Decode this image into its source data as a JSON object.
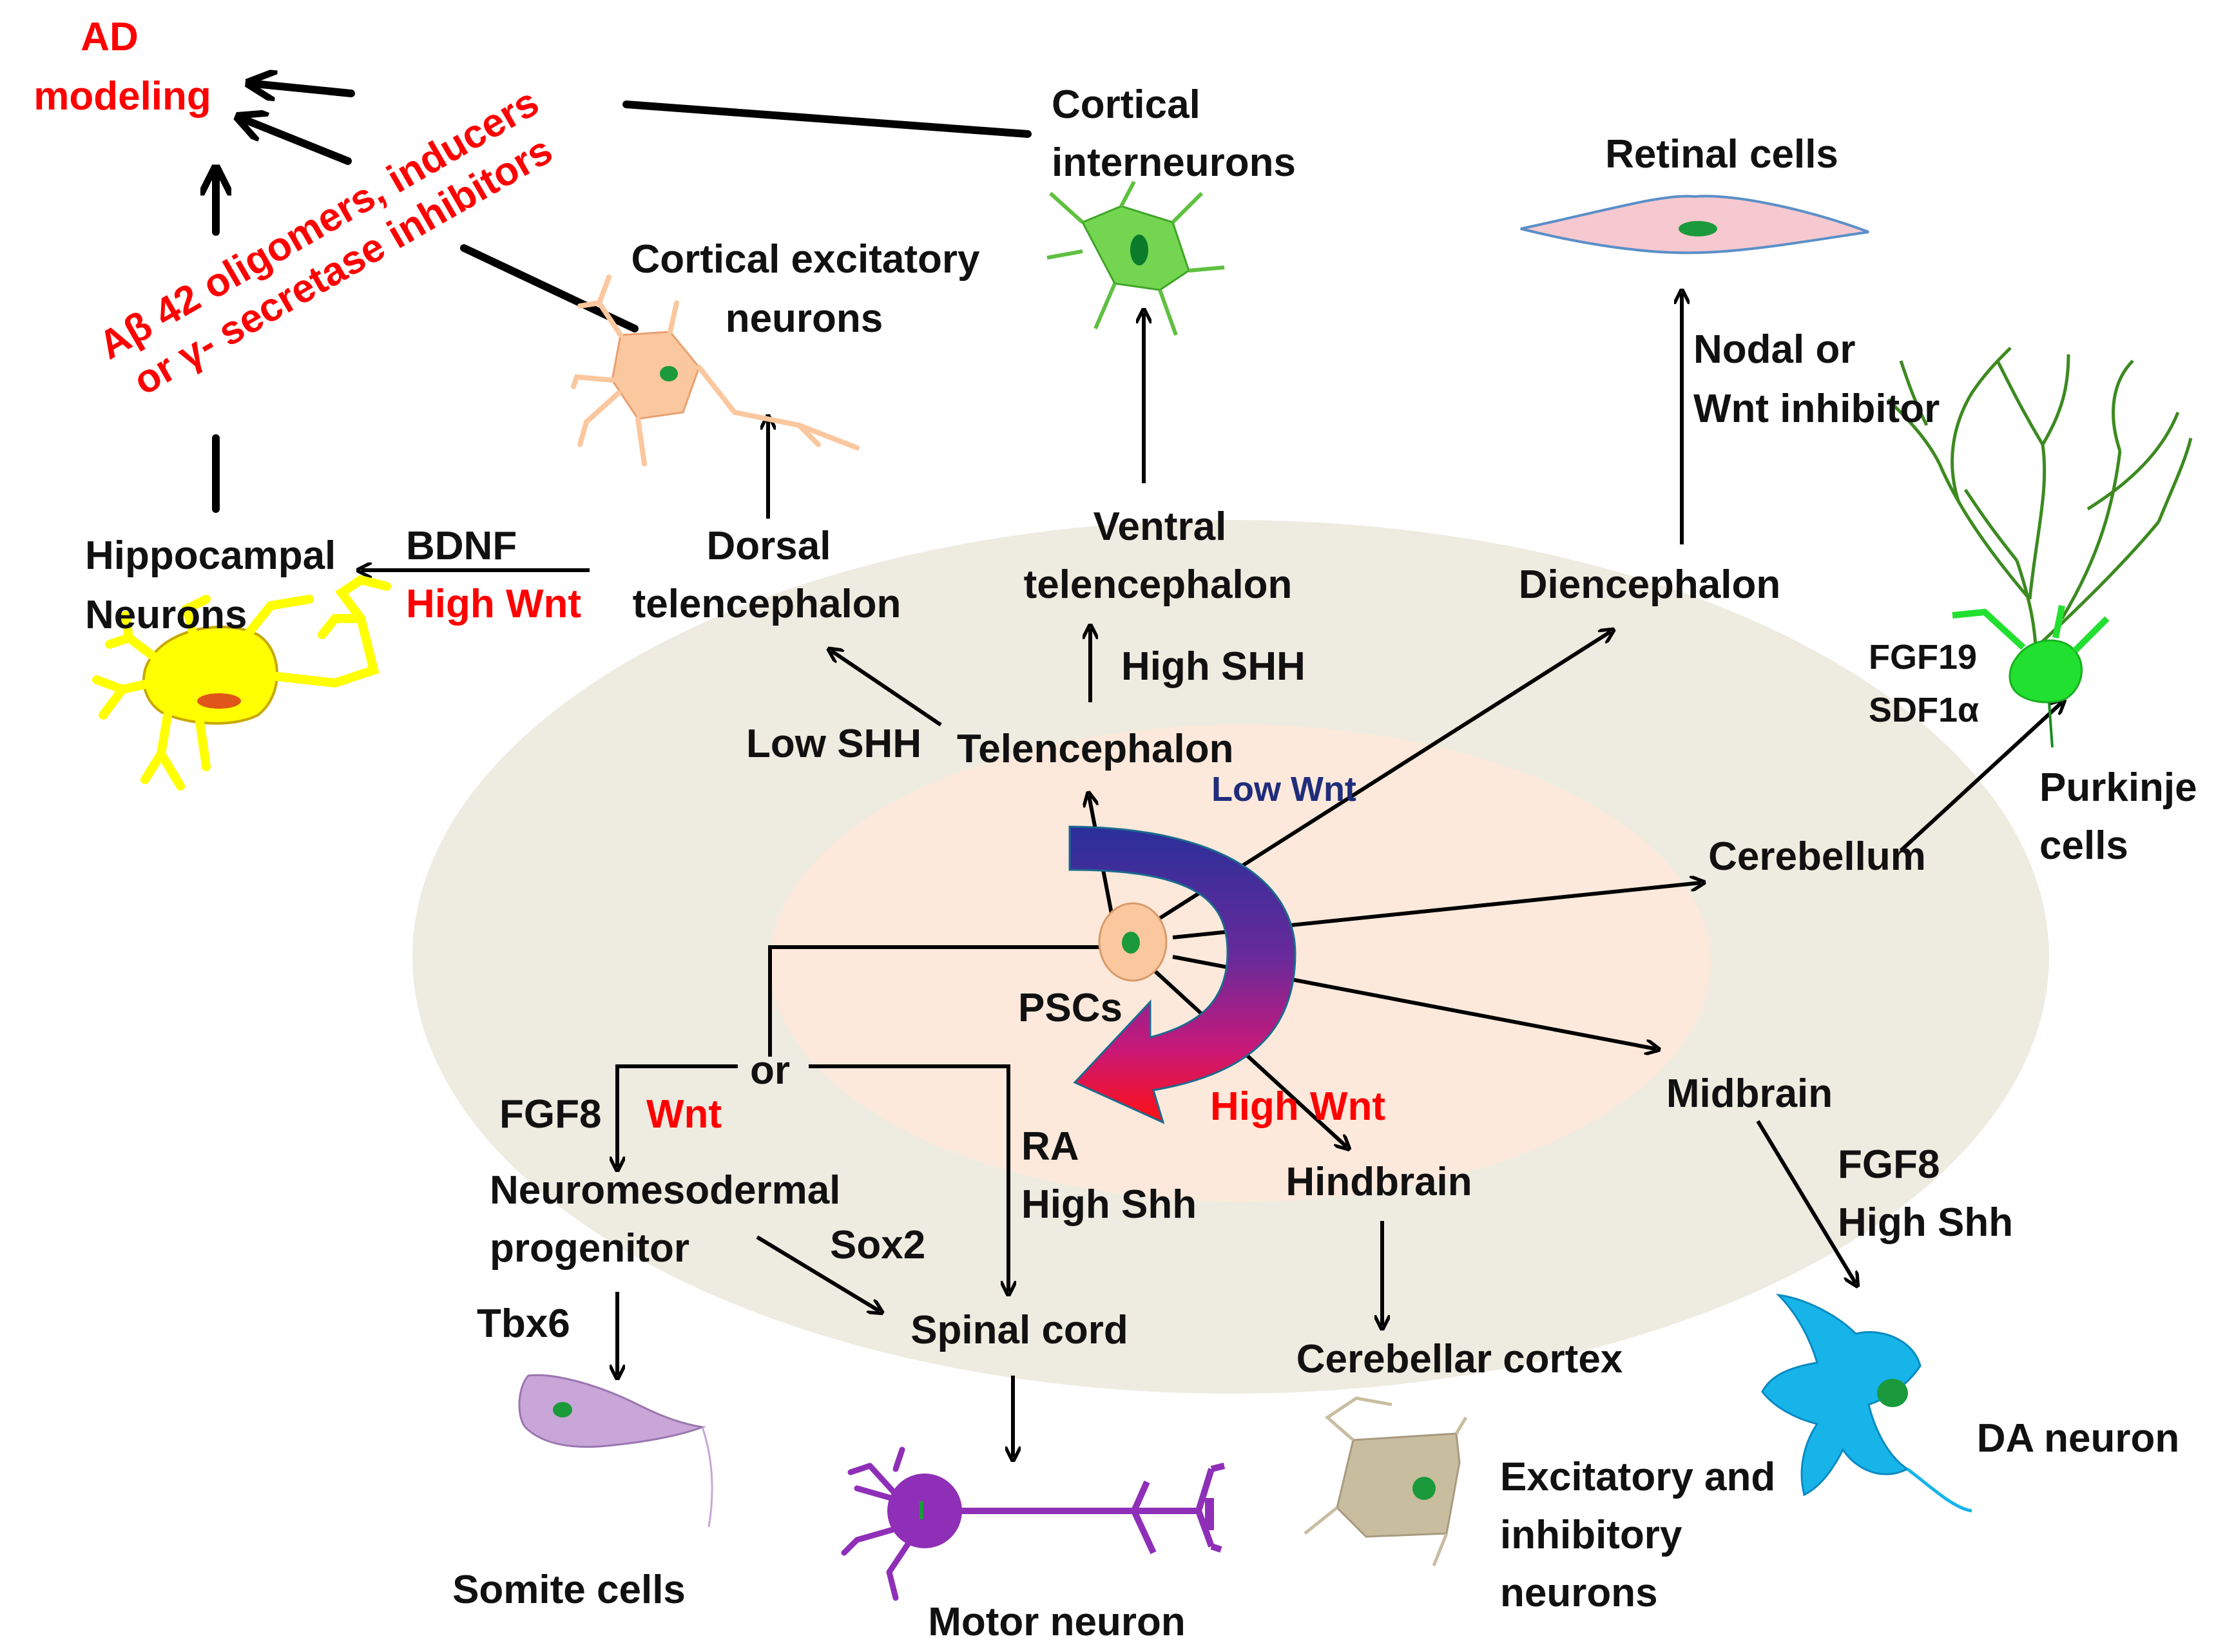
{
  "labels": {
    "ad_modeling": [
      "AD",
      "modeling"
    ],
    "abeta": [
      "Aβ 42 oligomers, inducers",
      "or  γ- secretase inhibitors"
    ],
    "cortical_interneurons": [
      "Cortical",
      "interneurons"
    ],
    "retinal_cells": "Retinal cells",
    "cortical_excitatory": [
      "Cortical excitatory",
      "neurons"
    ],
    "nodal": [
      "Nodal or",
      "Wnt inhibitor"
    ],
    "hippocampal": [
      "Hippocampal",
      "Neurons"
    ],
    "bdnf": "BDNF",
    "high_wnt_hippo": "High Wnt",
    "dorsal": [
      "Dorsal",
      "telencephalon"
    ],
    "ventral": [
      "Ventral",
      "telencephalon"
    ],
    "diencephalon": "Diencephalon",
    "high_shh_upper": "High SHH",
    "fgf19": [
      "FGF19",
      "SDF1α"
    ],
    "low_shh": "Low SHH",
    "telencephalon": "Telencephalon",
    "low_wnt": "Low Wnt",
    "purkinje": [
      "Purkinje",
      "cells"
    ],
    "cerebellum": "Cerebellum",
    "pscs": "PSCs",
    "or": "or",
    "fgf8_left": "FGF8",
    "wnt_left": "Wnt",
    "high_wnt_center": "High Wnt",
    "midbrain": "Midbrain",
    "ra": [
      "RA",
      "High Shh"
    ],
    "neuromesodermal": [
      "Neuromesodermal",
      "progenitor"
    ],
    "hindbrain": "Hindbrain",
    "fgf8_right": [
      "FGF8",
      "High Shh"
    ],
    "sox2": "Sox2",
    "tbx6": "Tbx6",
    "spinal_cord": "Spinal cord",
    "cerebellar_cortex": "Cerebellar cortex",
    "da_neuron": "DA neuron",
    "excitatory_inhibitory": [
      "Excitatory and",
      "inhibitory",
      "neurons"
    ],
    "somite": "Somite cells",
    "motor": "Motor neuron"
  },
  "colors": {
    "outer_region": "#eeebe0",
    "inner_region": "#fde9dc",
    "accent_red": "#ff0000",
    "low_wnt_blue": "#1f2d7a",
    "psc_cell": "#fbc79e",
    "nucleus": "#1a9a3a",
    "interneuron": "#74d650",
    "excitatory_cortical": "#fbc79e",
    "hippocampal": "#ffff00",
    "retinal": "#f6c8cf",
    "purkinje": "#22e030",
    "purkinje_dendrite": "#3c8a20",
    "motor_neuron": "#8f2fb8",
    "somite": "#c8a6d8",
    "excitatory_inhibitory": "#c9bda0",
    "da_neuron": "#17b4ea"
  }
}
